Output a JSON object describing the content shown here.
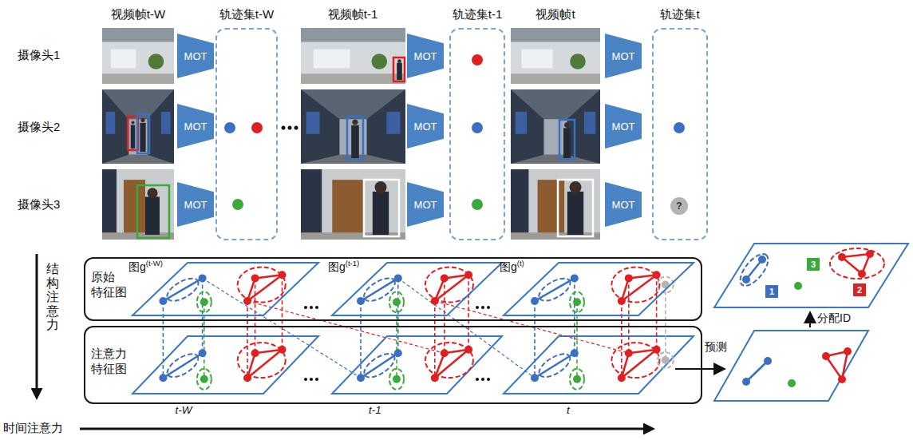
{
  "diagram": {
    "nodes": [
      {
        "text": [
          "轨迹集t-W"
        ]
      },
      {
        "text": [
          "轨迹集t-1"
        ]
      },
      {
        "text": [
          "轨迹集t"
        ]
      },
      {
        "text": [
          "MOT"
        ]
      },
      {
        "text": [
          "MOT"
        ]
      },
      {
        "text": [
          "MOT"
        ]
      },
      {
        "text": [
          "MOT"
        ]
      },
      {
        "text": [
          "MOT"
        ]
      },
      {
        "text": [
          "MOT"
        ]
      },
      {
        "text": [
          "MOT"
        ]
      },
      {
        "text": [
          "MOT"
        ]
      },
      {
        "text": [
          "MOT"
        ]
      },
      {
        "text": [
          "?"
        ],
        "in": 2
      },
      {
        "text": [
          "原始 特征图"
        ]
      },
      {
        "text": [
          "图g",
          "(t-W)"
        ],
        "in": 13
      },
      {
        "text": [
          "图g",
          "(t-1)"
        ],
        "in": 13
      },
      {
        "text": [
          "图g",
          "(t)"
        ],
        "in": 13
      },
      {
        "text": [
          "注意力 特征图"
        ]
      },
      {
        "text": [
          "1"
        ]
      },
      {
        "text": [
          "3"
        ]
      },
      {
        "text": [
          "2"
        ]
      }
    ],
    "labels": [
      "视频帧t-W",
      "视频帧t-1",
      "视频帧t",
      "摄像头1",
      "摄像头2",
      "摄像头3",
      "结构注意力",
      "预测",
      "分配ID",
      "时间注意力",
      "t-W",
      "t-1",
      "t"
    ]
  }
}
